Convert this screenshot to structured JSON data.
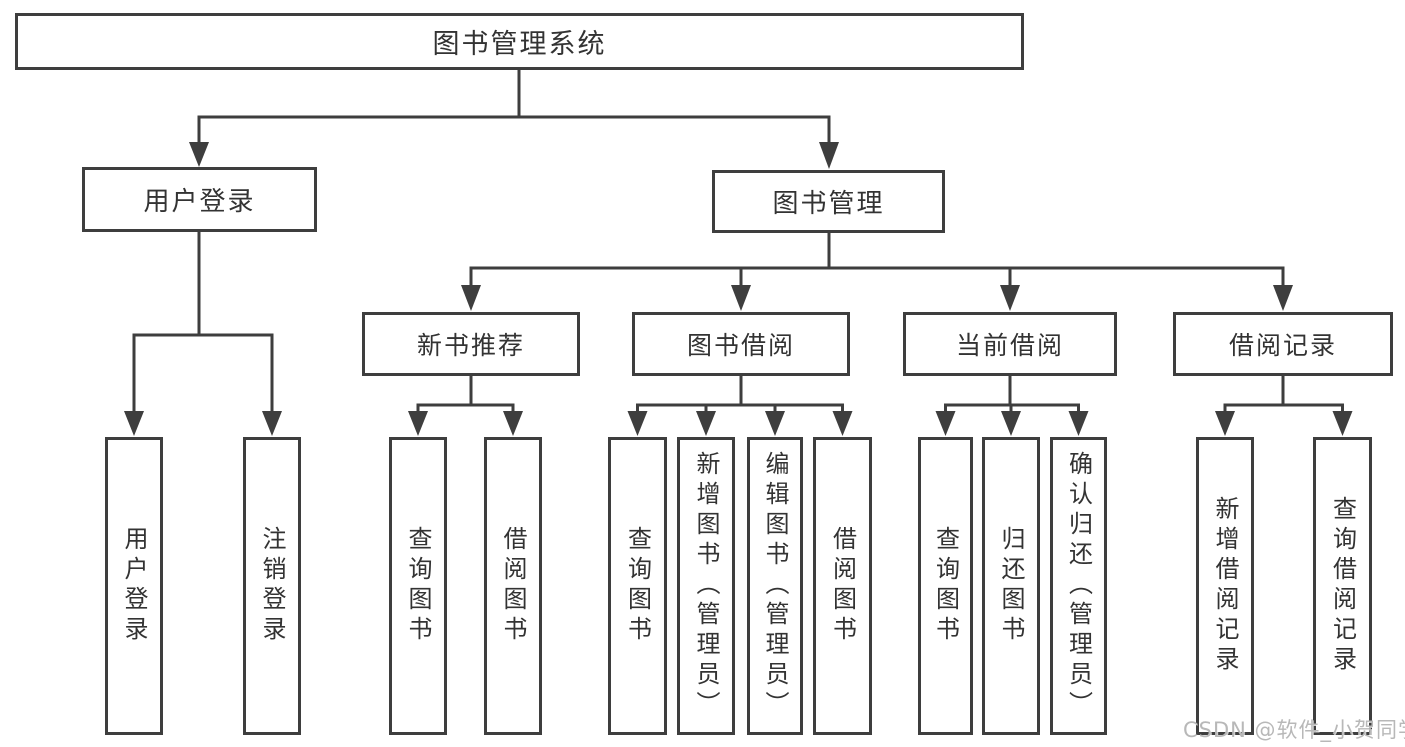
{
  "diagram": {
    "root": {
      "label": "图书管理系统"
    },
    "level2": [
      {
        "id": "user-login",
        "label": "用户登录"
      },
      {
        "id": "book-management",
        "label": "图书管理"
      }
    ],
    "level3": [
      {
        "id": "new-book-recommend",
        "label": "新书推荐"
      },
      {
        "id": "book-borrowing",
        "label": "图书借阅"
      },
      {
        "id": "current-borrowing",
        "label": "当前借阅"
      },
      {
        "id": "borrowing-records",
        "label": "借阅记录"
      }
    ],
    "leaves": {
      "user_login": [
        "用户登录",
        "注销登录"
      ],
      "new_book_recommend": [
        "查询图书",
        "借阅图书"
      ],
      "book_borrowing": [
        "查询图书",
        "新增图书（管理员）",
        "编辑图书（管理员）",
        "借阅图书"
      ],
      "current_borrowing": [
        "查询图书",
        "归还图书",
        "确认归还（管理员）"
      ],
      "borrowing_records": [
        "新增借阅记录",
        "查询借阅记录"
      ]
    },
    "watermark": "CSDN @软件_小贺同学",
    "colors": {
      "line": "#3e3e3e",
      "text": "#333333",
      "box_background": "#ffffff",
      "watermark": "#b8b8b8",
      "page_background": "#ffffff"
    }
  }
}
